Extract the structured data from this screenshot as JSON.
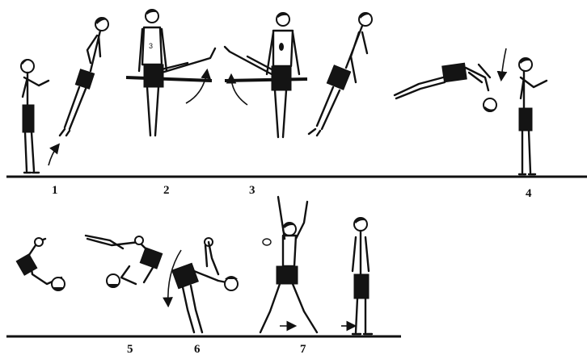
{
  "figure_labels": {
    "l1": "1",
    "l2": "2",
    "l3": "3",
    "l4": "4",
    "l5": "5",
    "l6": "6",
    "l7": "7"
  },
  "colors": {
    "ink": "#111111",
    "background": "#ffffff"
  }
}
